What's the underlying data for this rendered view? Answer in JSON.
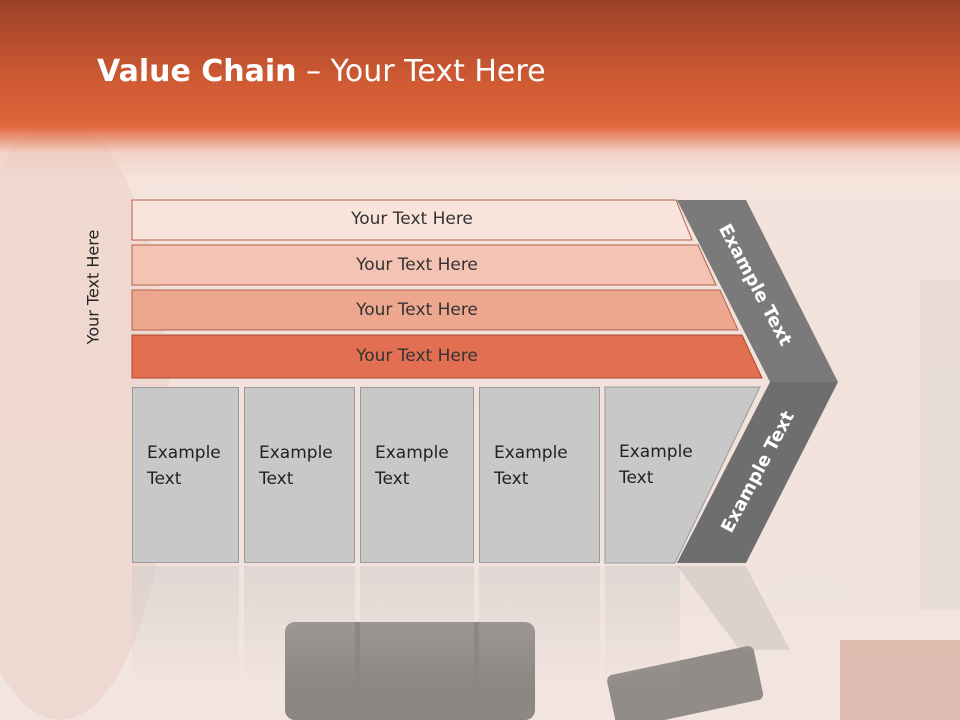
{
  "title": {
    "bold": "Value Chain",
    "rest": " – Your Text Here"
  },
  "side_label": "Your Text Here",
  "rows": [
    {
      "label": "Your Text Here",
      "color": "#f9e4dc"
    },
    {
      "label": "Your Text Here",
      "color": "#f4c3b4"
    },
    {
      "label": "Your Text Here",
      "color": "#eea78f"
    },
    {
      "label": "Your Text Here",
      "color": "#e26f51"
    }
  ],
  "boxes": [
    {
      "line1": "Example",
      "line2": "Text"
    },
    {
      "line1": "Example",
      "line2": "Text"
    },
    {
      "line1": "Example",
      "line2": "Text"
    },
    {
      "line1": "Example",
      "line2": "Text"
    },
    {
      "line1": "Example",
      "line2": "Text"
    }
  ],
  "arrow_top_label": "Example Text",
  "arrow_bottom_label": "Example Text",
  "colors": {
    "arrow_gray": "#7a7a7a",
    "box_gray": "#c8c8c8",
    "header_orange": "#dc6438"
  }
}
